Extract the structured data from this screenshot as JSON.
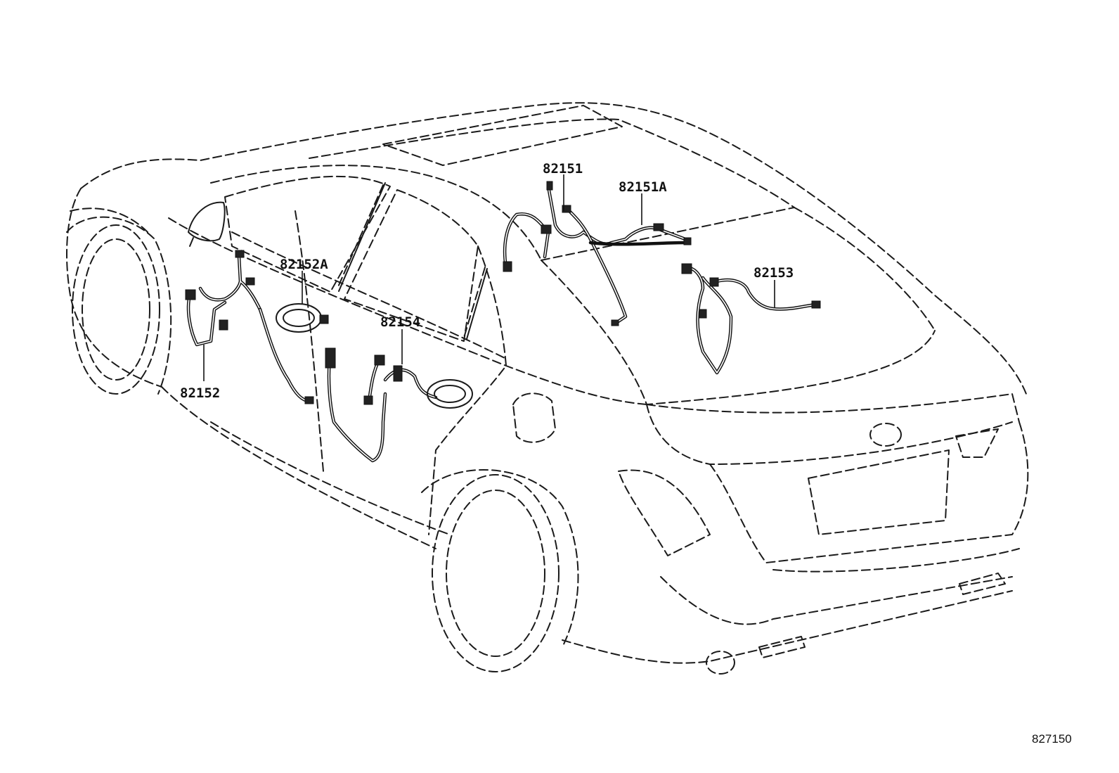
{
  "diagram": {
    "figure_number": "827150",
    "parts": [
      {
        "id": "p1",
        "label": "82151"
      },
      {
        "id": "p2",
        "label": "82151A"
      },
      {
        "id": "p3",
        "label": "82152A"
      },
      {
        "id": "p4",
        "label": "82153"
      },
      {
        "id": "p5",
        "label": "82154"
      },
      {
        "id": "p6",
        "label": "82152"
      }
    ]
  }
}
